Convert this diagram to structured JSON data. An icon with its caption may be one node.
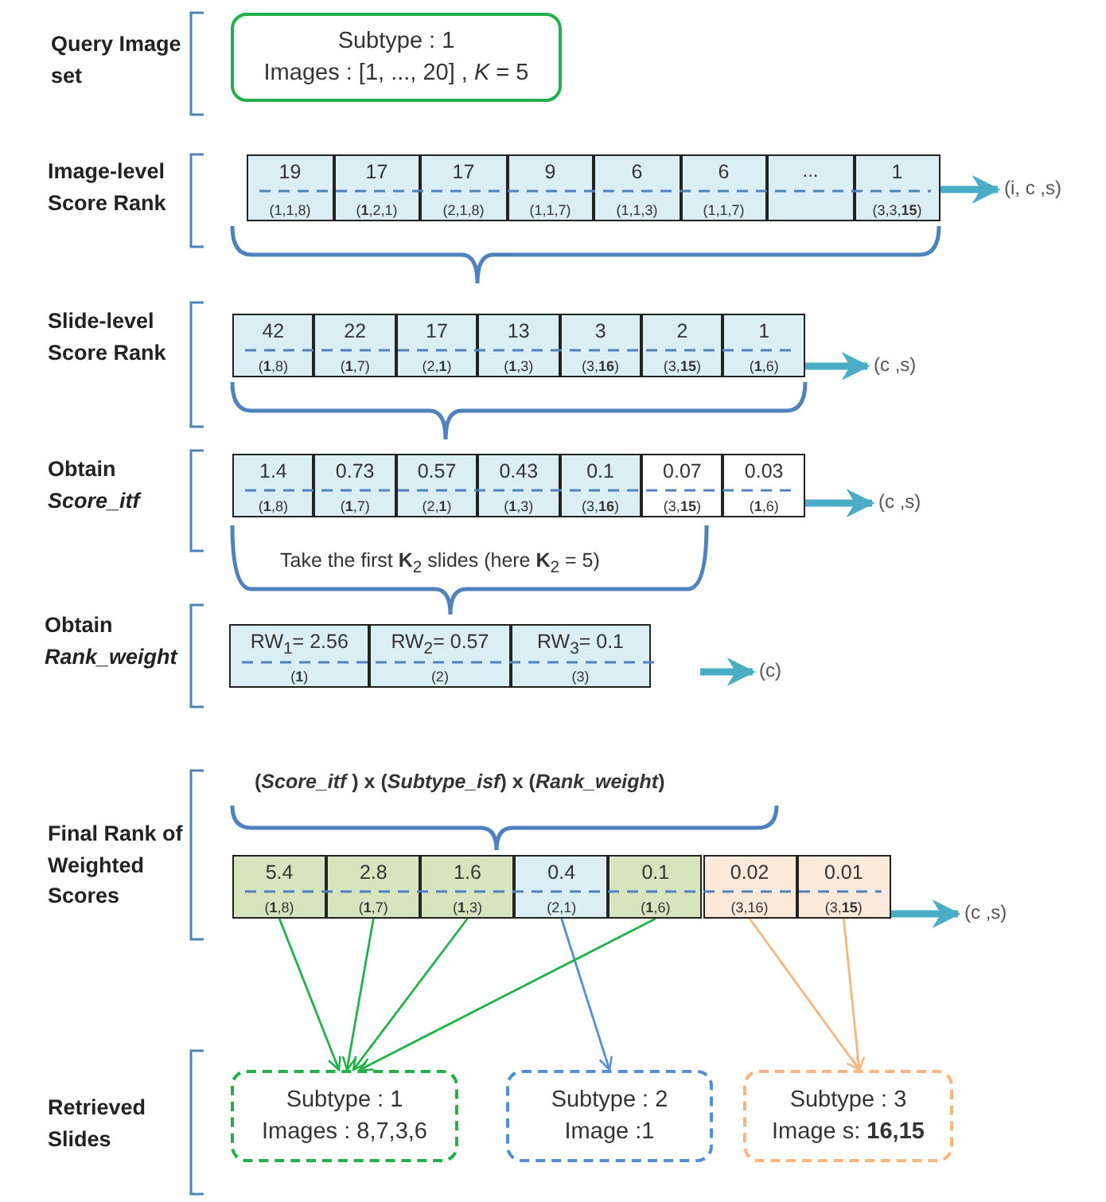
{
  "diagram": {
    "nodes": [
      {
        "text": [
          "Subtype : 1",
          "Images : [1, ..., 20] , *K* = 5"
        ]
      },
      {
        "text": [
          "19",
          "(1,1,8)"
        ]
      },
      {
        "text": [
          "17",
          "(**1**,2,1)"
        ]
      },
      {
        "text": [
          "17",
          "(2,1,8)"
        ]
      },
      {
        "text": [
          "9",
          "(1,1,7)"
        ]
      },
      {
        "text": [
          "6",
          "(1,1,3)"
        ]
      },
      {
        "text": [
          "6",
          "(1,1,7)"
        ]
      },
      {
        "text": [
          "..."
        ]
      },
      {
        "text": [
          "1",
          "(3,3,**15**)"
        ]
      },
      {
        "text": [
          "(i, c ,s)"
        ]
      },
      {
        "text": [
          "42",
          "(**1**,8)"
        ]
      },
      {
        "text": [
          "22",
          "(**1**,7)"
        ]
      },
      {
        "text": [
          "17",
          "(2,**1**)"
        ]
      },
      {
        "text": [
          "13",
          "(**1**,3)"
        ]
      },
      {
        "text": [
          "3",
          "(3,**16**)"
        ]
      },
      {
        "text": [
          "2",
          "(3,**15**)"
        ]
      },
      {
        "text": [
          "1",
          "(**1**,6)"
        ]
      },
      {
        "text": [
          "(c ,s)"
        ]
      },
      {
        "text": [
          "1.4",
          "(**1**,8)"
        ]
      },
      {
        "text": [
          "0.73",
          "(**1**,7)"
        ]
      },
      {
        "text": [
          "0.57",
          "(2,**1**)"
        ]
      },
      {
        "text": [
          "0.43",
          "(**1**,3)"
        ]
      },
      {
        "text": [
          "0.1",
          "(3,**16**)"
        ]
      },
      {
        "text": [
          "0.07",
          "(3,**15**)"
        ]
      },
      {
        "text": [
          "0.03",
          "(**1**,6)"
        ]
      },
      {
        "text": [
          "(c ,s)"
        ]
      },
      {
        "text": [
          "RW$_{1}$= 2.56",
          "(**1**)"
        ]
      },
      {
        "text": [
          "RW$_{2}$= 0.57",
          "(2)"
        ]
      },
      {
        "text": [
          "RW$_{3}$= 0.1",
          "(3)"
        ]
      },
      {
        "text": [
          "(c)"
        ]
      },
      {
        "text": [
          "5.4",
          "(**1**,8)"
        ]
      },
      {
        "text": [
          "2.8",
          "(**1**,7)"
        ]
      },
      {
        "text": [
          "1.6",
          "(**1**,3)"
        ]
      },
      {
        "text": [
          "0.4",
          "(2,1)"
        ]
      },
      {
        "text": [
          "0.1",
          "(**1**,6)"
        ]
      },
      {
        "text": [
          "0.02",
          "(3,16)"
        ]
      },
      {
        "text": [
          "0.01",
          "(3,**15**)"
        ]
      },
      {
        "text": [
          "(c ,s)"
        ]
      },
      {
        "text": [
          "Subtype : 1",
          "Images : 8,7,3,6"
        ]
      },
      {
        "text": [
          "Subtype : 2",
          "Image :1"
        ]
      },
      {
        "text": [
          "Subtype : 3",
          "Image s: **16,15**"
        ]
      }
    ],
    "edges": [
      {
        "from": 8,
        "to": 9,
        "arrow": "to",
        "style": "thick",
        "color": "#4bacc6"
      },
      {
        "from": 16,
        "to": 17,
        "arrow": "to",
        "style": "thick",
        "color": "#4bacc6"
      },
      {
        "from": 24,
        "to": 25,
        "arrow": "to",
        "style": "thick",
        "color": "#4bacc6"
      },
      {
        "from": null,
        "to": 29,
        "arrow": "to",
        "style": "thick",
        "color": "#4bacc6"
      },
      {
        "from": 36,
        "to": 37,
        "arrow": "to",
        "style": "thick",
        "color": "#4bacc6"
      },
      {
        "from": 30,
        "to": 38,
        "arrow": "to",
        "color": "#22b04b"
      },
      {
        "from": 31,
        "to": 38,
        "arrow": "to",
        "color": "#22b04b"
      },
      {
        "from": 32,
        "to": 38,
        "arrow": "to",
        "color": "#22b04b"
      },
      {
        "from": 33,
        "to": 39,
        "arrow": "to",
        "color": "#558ed5"
      },
      {
        "from": 34,
        "to": 38,
        "arrow": "to",
        "color": "#22b04b"
      },
      {
        "from": 35,
        "to": 40,
        "arrow": "to",
        "color": "#f9b57f"
      },
      {
        "from": 36,
        "to": 40,
        "arrow": "to",
        "color": "#f9b57f"
      }
    ],
    "labels": [
      "Query Image set",
      "Image-level Score Rank",
      "Slide-level Score Rank",
      "Obtain *Score_itf*",
      "Take the first **K**$_{2}$ slides (here **K**$_{2}$ = 5)",
      "Obtain *Rank_weight*",
      "(*Score_itf* ) x (*Subtype_isf*) x (*Rank_weight*)",
      "Final Rank of Weighted Scores",
      "Retrieved Slides"
    ]
  }
}
